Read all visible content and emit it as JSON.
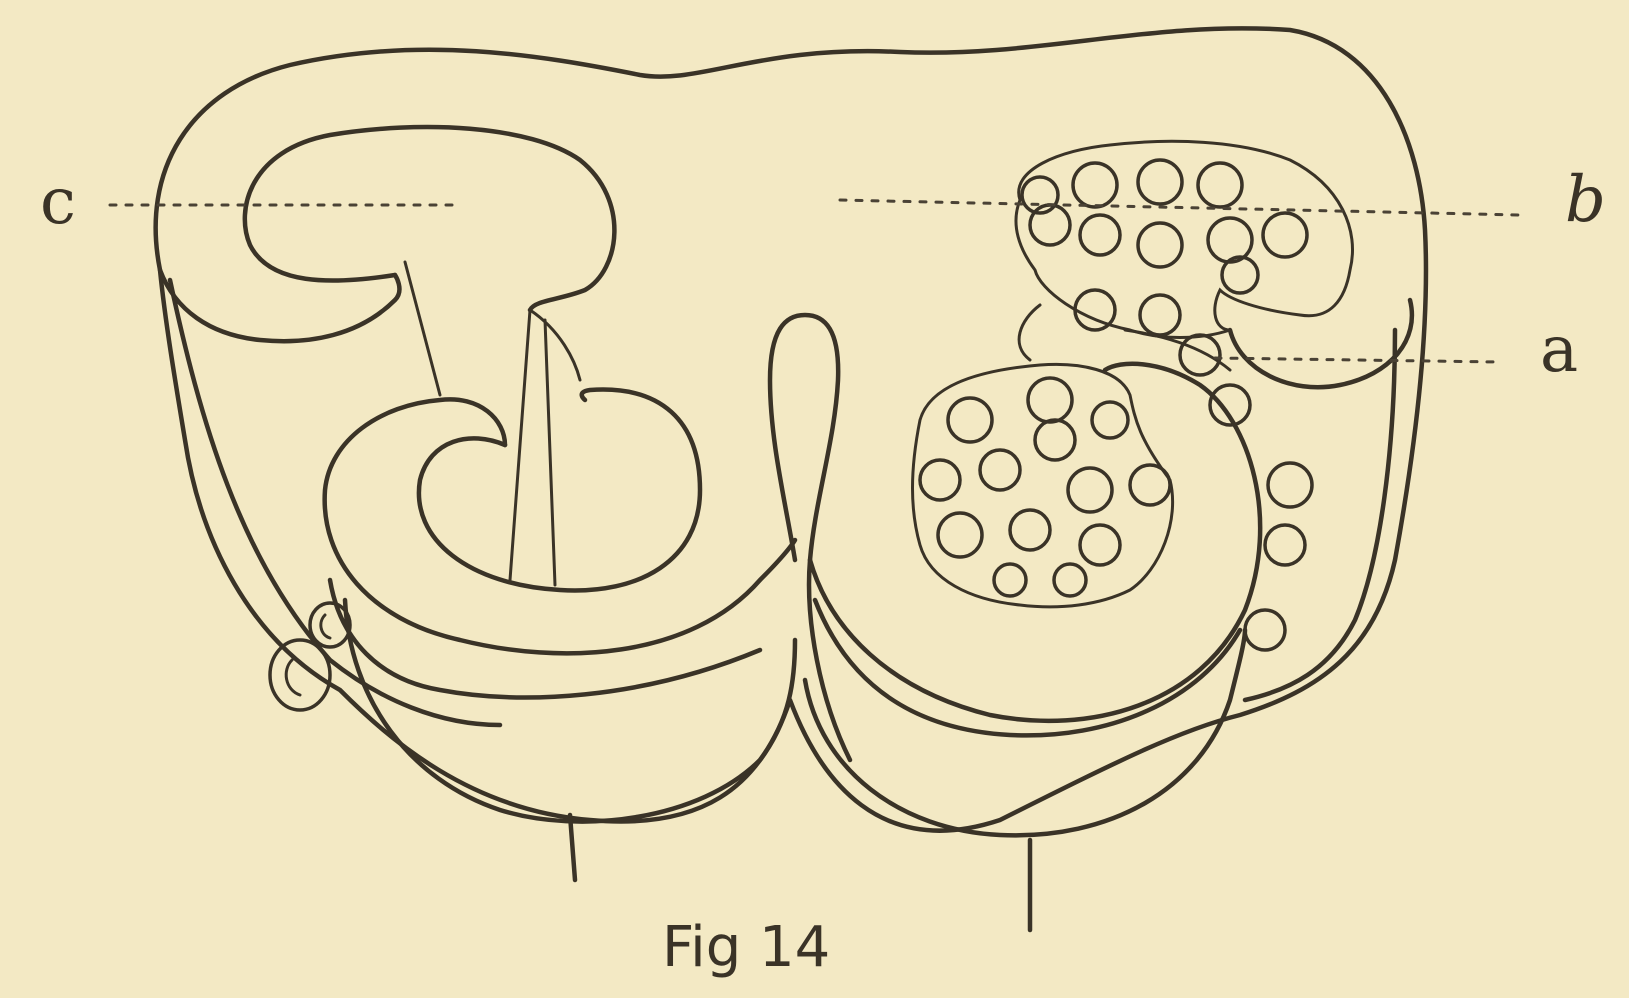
{
  "caption": "Fig 14",
  "labels": {
    "c": "c",
    "b": "b",
    "a": "a"
  }
}
